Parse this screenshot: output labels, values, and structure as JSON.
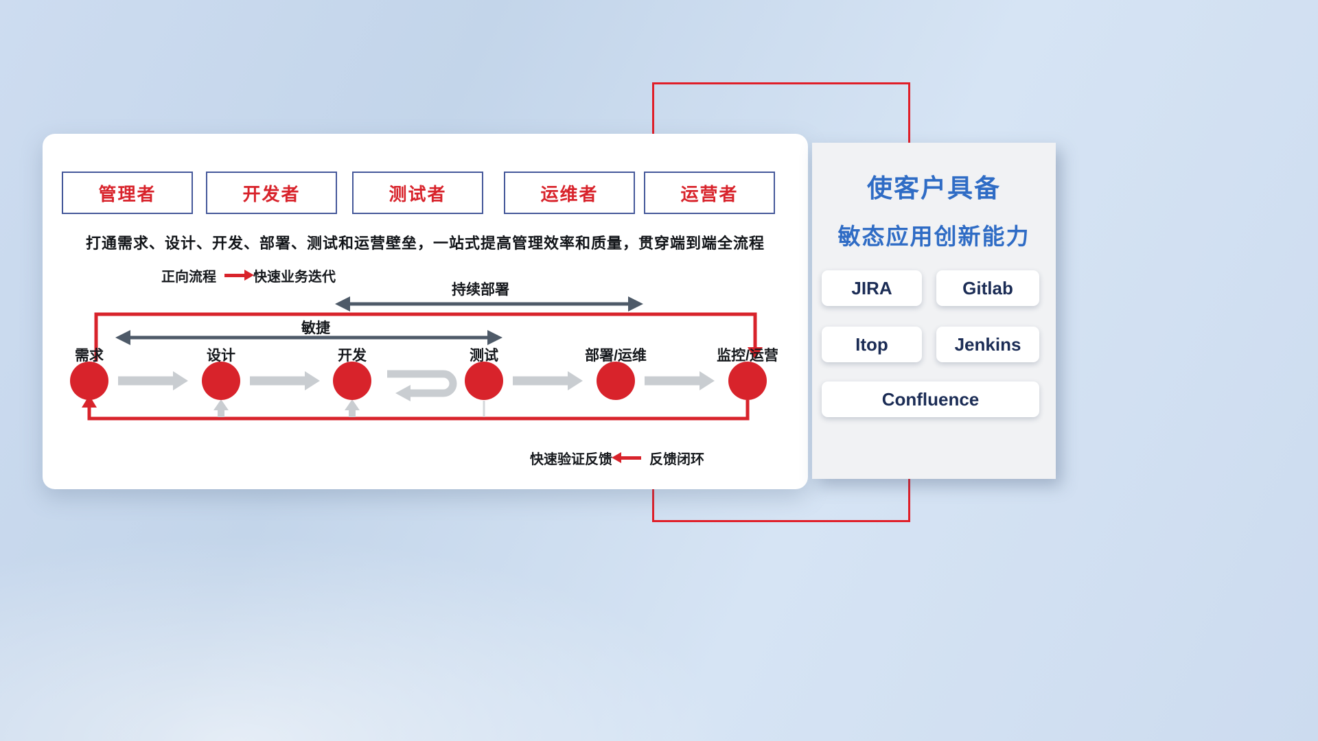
{
  "colors": {
    "accent_red": "#d8232b",
    "frame_red": "#e01e28",
    "slate_arrow": "#4e5a68",
    "gray_arrow": "#c9cdd1",
    "title_blue": "#2f6cc5",
    "tool_text": "#1b2c55",
    "role_border": "#45589a"
  },
  "main_panel": {
    "roles": [
      {
        "label": "管理者"
      },
      {
        "label": "开发者"
      },
      {
        "label": "测试者"
      },
      {
        "label": "运维者"
      },
      {
        "label": "运营者"
      }
    ],
    "description": "打通需求、设计、开发、部署、测试和运营壁垒，一站式提高管理效率和质量，贯穿端到端全流程",
    "forward_legend": {
      "label": "正向流程",
      "value": "快速业务迭代"
    },
    "feedback_legend": {
      "label": "快速验证反馈",
      "value": "反馈闭环"
    },
    "flow": {
      "continuous_deploy_label": "持续部署",
      "agile_label": "敏捷",
      "stages": [
        {
          "label": "需求"
        },
        {
          "label": "设计"
        },
        {
          "label": "开发"
        },
        {
          "label": "测试"
        },
        {
          "label": "部署/运维"
        },
        {
          "label": "监控/运营"
        }
      ]
    }
  },
  "right_panel": {
    "title_line1": "使客户具备",
    "title_line2": "敏态应用创新能力",
    "tools": [
      {
        "label": "JIRA"
      },
      {
        "label": "Gitlab"
      },
      {
        "label": "Itop"
      },
      {
        "label": "Jenkins"
      },
      {
        "label": "Confluence"
      }
    ]
  }
}
